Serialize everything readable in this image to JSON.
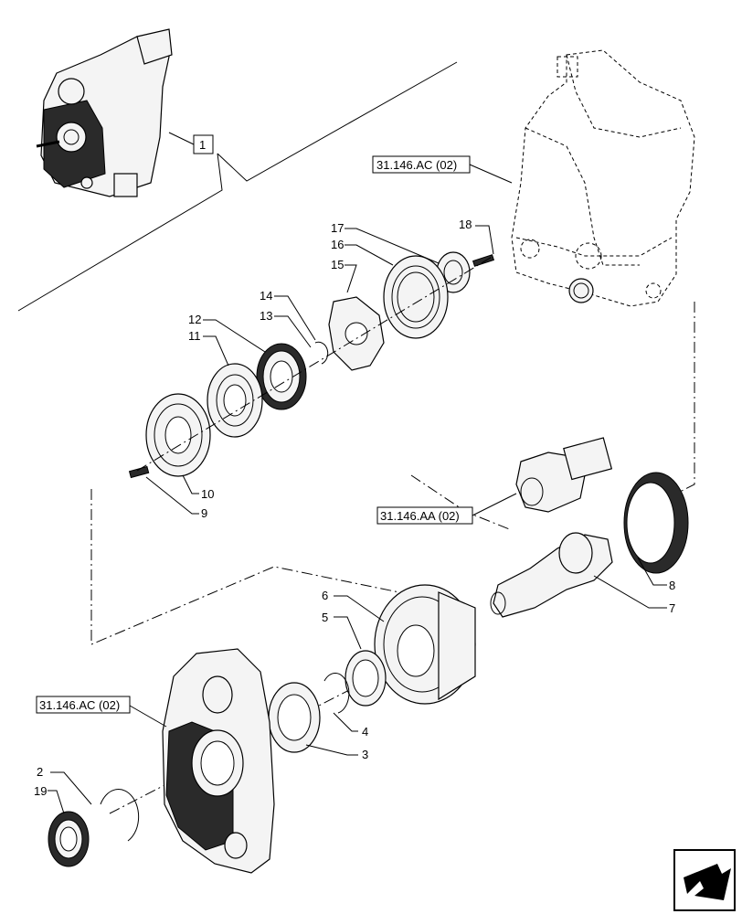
{
  "callouts": {
    "p1": "1",
    "p2": "2",
    "p3": "3",
    "p4": "4",
    "p5": "5",
    "p6": "6",
    "p7": "7",
    "p8": "8",
    "p9": "9",
    "p10": "10",
    "p11": "11",
    "p12": "12",
    "p13": "13",
    "p14": "14",
    "p15": "15",
    "p16": "16",
    "p17": "17",
    "p18": "18",
    "p19": "19"
  },
  "references": {
    "housing_top": "31.146.AC (02)",
    "gear": "31.146.AA (02)",
    "housing_bottom": "31.146.AC (02)"
  },
  "nav_icon": "next-page-arrow-icon"
}
